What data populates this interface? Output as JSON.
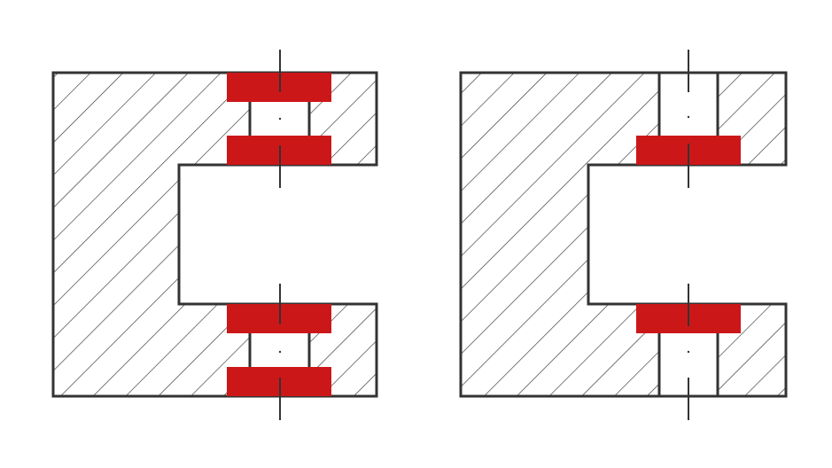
{
  "colors": {
    "background": "#ffffff",
    "outline": "#333333",
    "hatch": "#333333",
    "highlight": "#cc1719",
    "centerline": "#333333"
  },
  "figures": [
    {
      "id": "left-section",
      "variant": "two-pieces-per-hole"
    },
    {
      "id": "right-section",
      "variant": "one-piece-per-hole"
    }
  ]
}
